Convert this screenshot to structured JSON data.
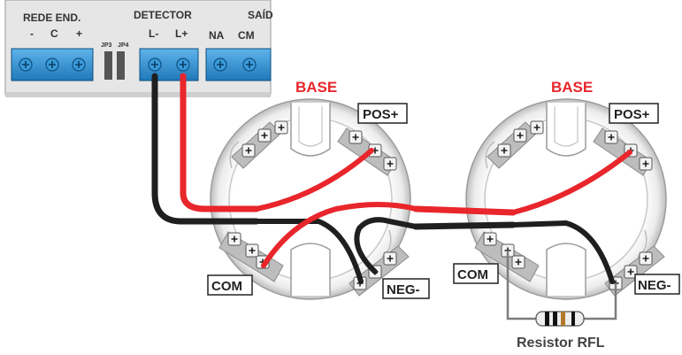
{
  "panel": {
    "group_rede": "REDE END.",
    "group_detector": "DETECTOR",
    "group_saida": "SAÍD",
    "terminals": {
      "rede_neg": "-",
      "rede_c": "C",
      "rede_pos": "+",
      "jp3": "JP3",
      "jp4": "JP4",
      "det_neg": "L-",
      "det_pos": "L+",
      "na": "NA",
      "cm": "CM"
    }
  },
  "base1": {
    "title": "BASE",
    "pos_label": "POS+",
    "com_label": "COM",
    "neg_label": "NEG-"
  },
  "base2": {
    "title": "BASE",
    "pos_label": "POS+",
    "com_label": "COM",
    "neg_label": "NEG-"
  },
  "resistor": {
    "label": "Resistor RFL"
  },
  "colors": {
    "panel_bg": "#e6e6e6",
    "terminal_blue": "#2f8fd0",
    "wire_red": "#e8262b",
    "wire_black": "#1f1f1f",
    "title_red": "#e8262b",
    "lead_gray": "#7d7d7d"
  }
}
